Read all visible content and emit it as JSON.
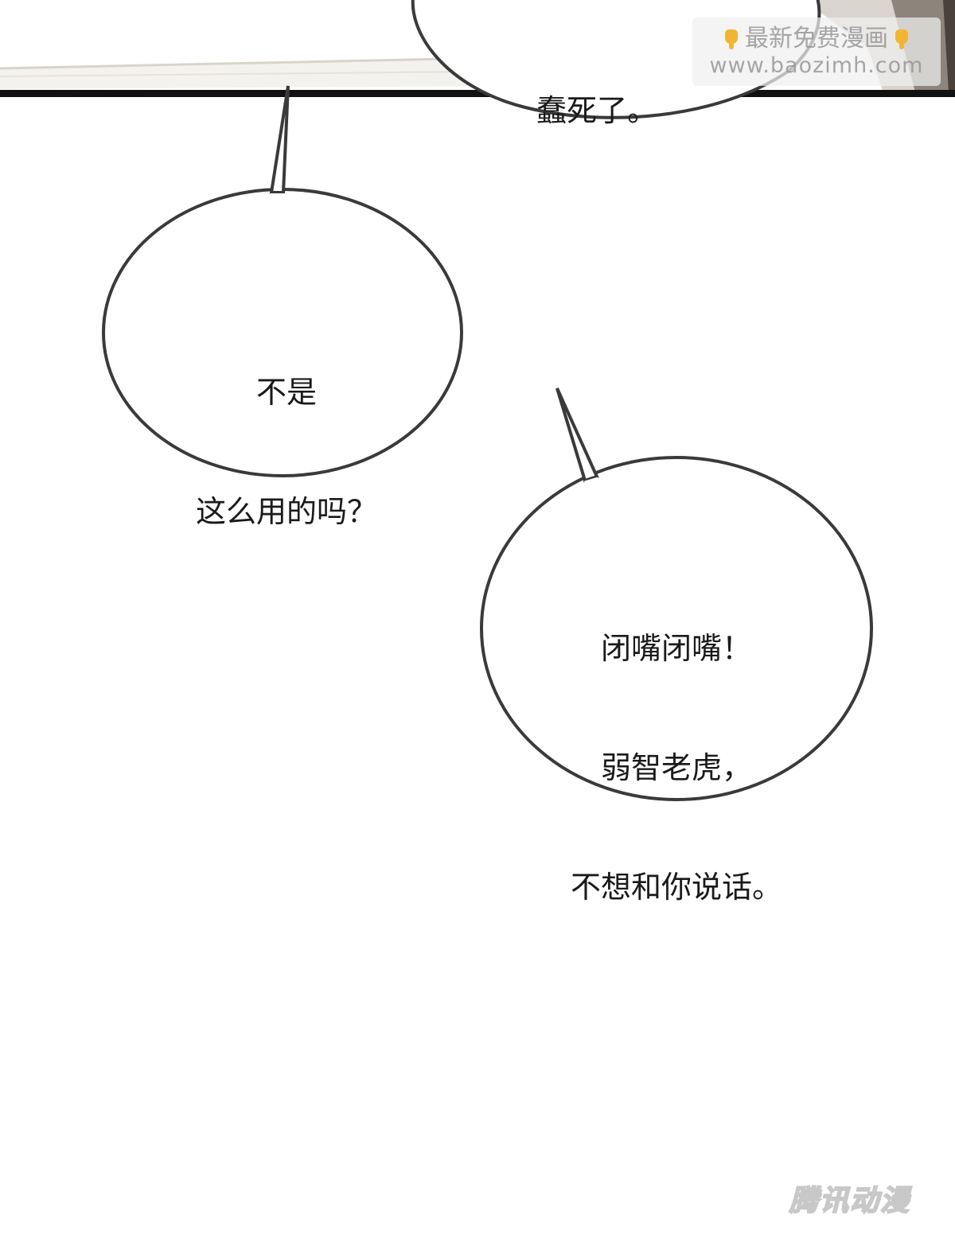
{
  "bubbles": {
    "top": {
      "lines": [
        "蠢死了。"
      ]
    },
    "left": {
      "lines": [
        "不是",
        "这么用的吗？"
      ]
    },
    "right": {
      "lines": [
        "闭嘴闭嘴！",
        "弱智老虎，",
        "不想和你说话。"
      ]
    }
  },
  "watermarks": {
    "top": {
      "line1": "最新免费漫画",
      "line2": "www.baozimh.com",
      "icon": "pointing-hand-icon"
    },
    "bottom": {
      "text": "腾讯动漫"
    }
  },
  "colors": {
    "page_background": "#ffffff",
    "bubble_outline": "#3a3a3a",
    "text": "#1a1a1a",
    "panel_border": "#111111"
  }
}
